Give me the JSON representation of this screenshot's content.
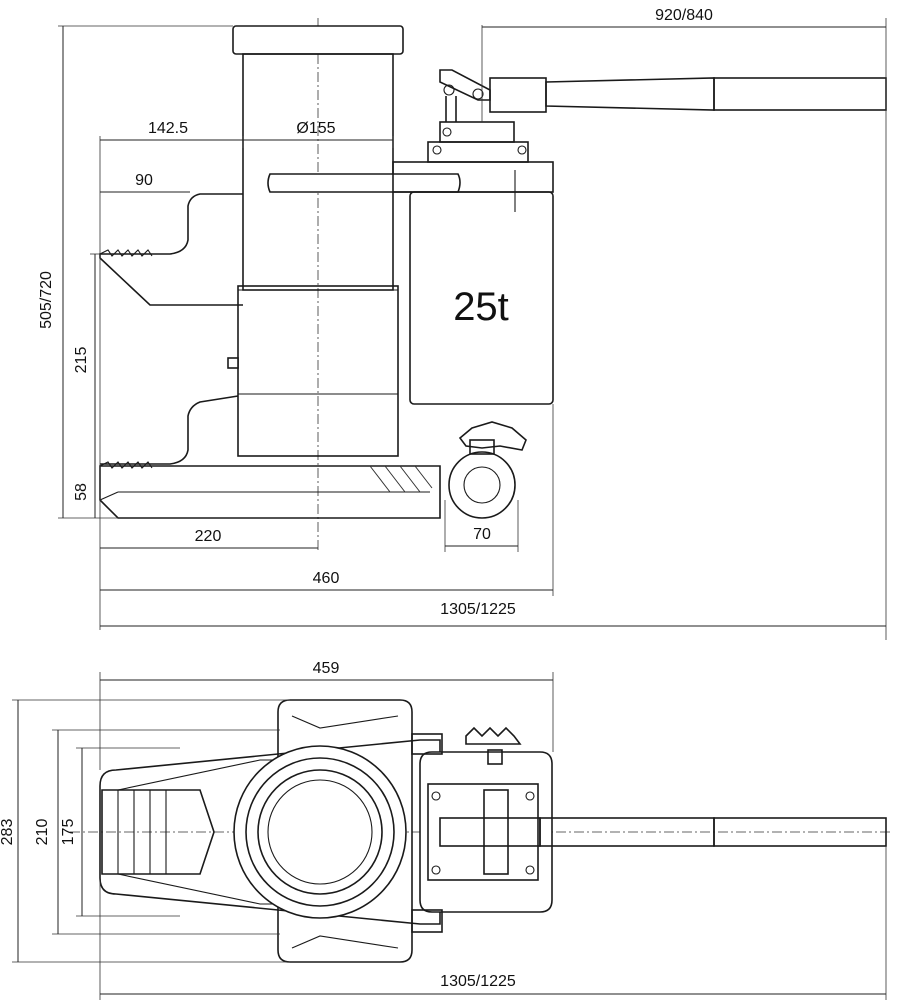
{
  "side_view": {
    "capacity_label": "25t",
    "dimensions": {
      "handle_length": "920/840",
      "ram_offset": "142.5",
      "ram_diameter": "Ø155",
      "toe_depth": "90",
      "total_height": "505/720",
      "toe_lift_range": "215",
      "toe_min_height": "58",
      "toe_to_center": "220",
      "base_length": "460",
      "overall_length": "1305/1225",
      "release_valve_width": "70"
    }
  },
  "top_view": {
    "dimensions": {
      "body_length": "459",
      "overall_width": "283",
      "inner_width_a": "210",
      "inner_width_b": "175",
      "overall_length": "1305/1225"
    }
  }
}
